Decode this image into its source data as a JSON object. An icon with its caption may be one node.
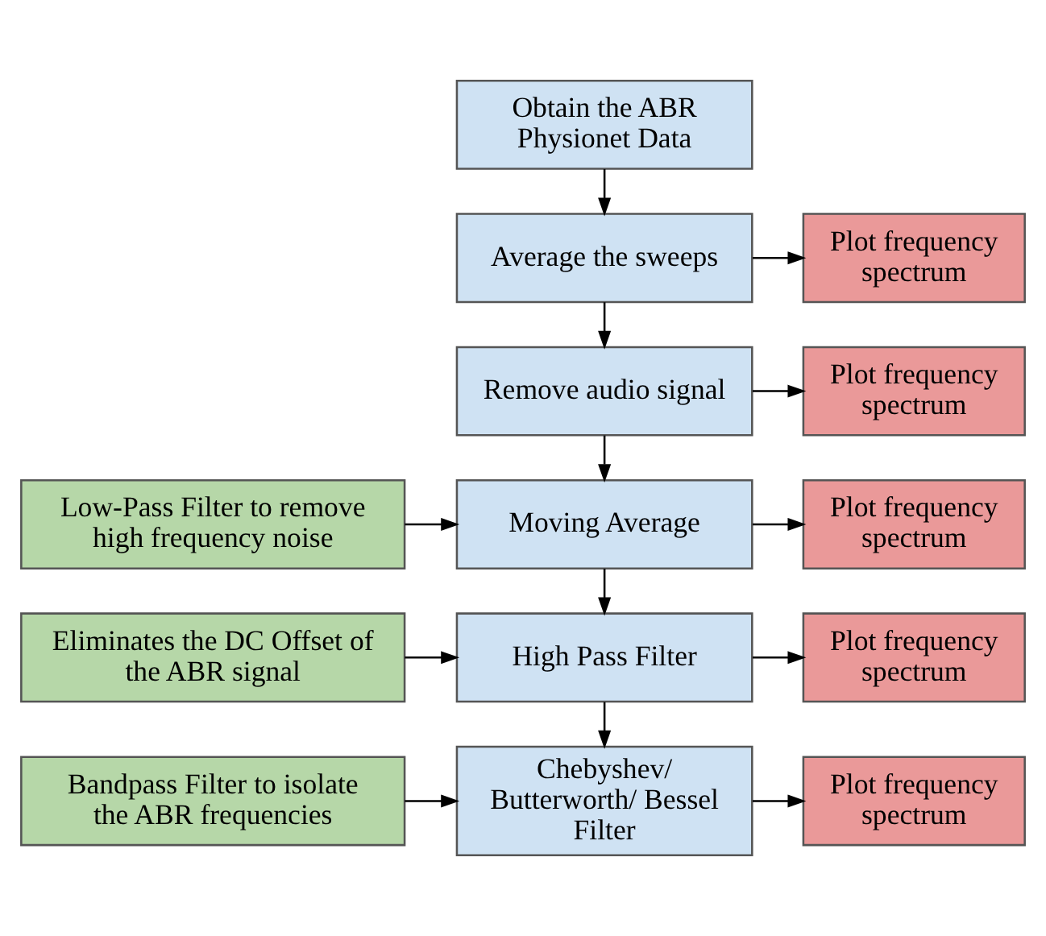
{
  "diagram": {
    "nodes": [
      {
        "text": [
          "Obtain the ABR Physionet Data"
        ]
      },
      {
        "text": [
          "Average the sweeps"
        ]
      },
      {
        "text": [
          "Plot frequency spectrum"
        ]
      },
      {
        "text": [
          "Remove audio signal"
        ]
      },
      {
        "text": [
          "Plot frequency spectrum"
        ]
      },
      {
        "text": [
          "Low-Pass Filter to remove high frequency noise"
        ]
      },
      {
        "text": [
          "Moving Average"
        ]
      },
      {
        "text": [
          "Plot frequency spectrum"
        ]
      },
      {
        "text": [
          "Eliminates the DC Offset of the ABR signal"
        ]
      },
      {
        "text": [
          "High Pass Filter"
        ]
      },
      {
        "text": [
          "Plot frequency spectrum"
        ]
      },
      {
        "text": [
          "Bandpass Filter to isolate the ABR frequencies"
        ]
      },
      {
        "text": [
          "Chebyshev/ Butterworth/ Bessel Filter"
        ]
      },
      {
        "text": [
          "Plot frequency spectrum"
        ]
      }
    ],
    "edges": [
      {
        "from": 0,
        "to": 1,
        "arrow": "to"
      },
      {
        "from": 1,
        "to": 2,
        "arrow": "to"
      },
      {
        "from": 1,
        "to": 3,
        "arrow": "to"
      },
      {
        "from": 3,
        "to": 4,
        "arrow": "to"
      },
      {
        "from": 3,
        "to": 6,
        "arrow": "to"
      },
      {
        "from": 5,
        "to": 6,
        "arrow": "to"
      },
      {
        "from": 6,
        "to": 7,
        "arrow": "to"
      },
      {
        "from": 6,
        "to": 9,
        "arrow": "to"
      },
      {
        "from": 8,
        "to": 9,
        "arrow": "to"
      },
      {
        "from": 9,
        "to": 10,
        "arrow": "to"
      },
      {
        "from": 9,
        "to": 12,
        "arrow": "to"
      },
      {
        "from": 11,
        "to": 12,
        "arrow": "to"
      },
      {
        "from": 12,
        "to": 13,
        "arrow": "to"
      }
    ]
  }
}
